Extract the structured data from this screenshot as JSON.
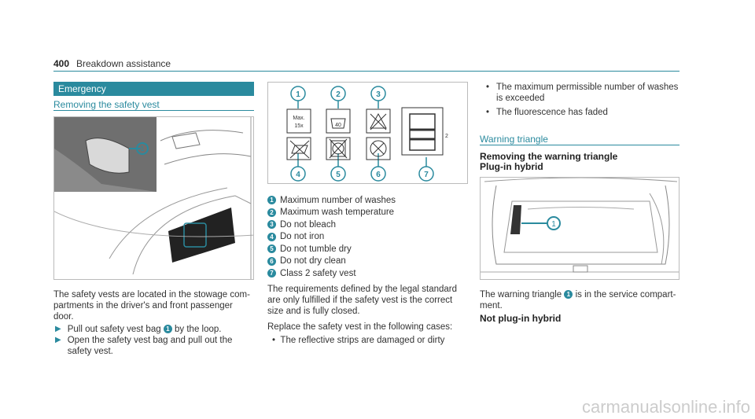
{
  "header": {
    "page_number": "400",
    "section": "Breakdown assistance"
  },
  "left": {
    "banner": "Emergency",
    "subheading": "Removing the safety vest",
    "figure_callout": "1",
    "para": [
      "The safety vests are located in the stowage com-",
      "partments in the driver's and front passenger",
      "door."
    ],
    "steps": [
      {
        "lines": [
          "Pull out safety vest bag",
          "by the loop."
        ],
        "badge": "1"
      },
      {
        "lines": [
          "Open the safety vest bag and pull out the",
          "safety vest."
        ]
      }
    ]
  },
  "middle": {
    "symbols_top": [
      "1",
      "2",
      "3"
    ],
    "symbols_bottom": [
      "4",
      "5",
      "6",
      "7"
    ],
    "symbol_texts": {
      "max": "Max.",
      "count": "15x",
      "temp": "40",
      "vest_class": "2"
    },
    "legend": [
      {
        "n": "1",
        "text": "Maximum number of washes"
      },
      {
        "n": "2",
        "text": "Maximum wash temperature"
      },
      {
        "n": "3",
        "text": "Do not bleach"
      },
      {
        "n": "4",
        "text": "Do not iron"
      },
      {
        "n": "5",
        "text": "Do not tumble dry"
      },
      {
        "n": "6",
        "text": "Do not dry clean"
      },
      {
        "n": "7",
        "text": "Class 2 safety vest"
      }
    ],
    "para1": [
      "The requirements defined by the legal standard",
      "are only fulfilled if the safety vest is the correct",
      "size and is fully closed."
    ],
    "para2": "Replace the safety vest in the following cases:",
    "bullet1": "The reflective strips are damaged or dirty"
  },
  "right": {
    "bullets": [
      [
        "The maximum permissible number of washes",
        "is exceeded"
      ],
      [
        "The fluorescence has faded"
      ]
    ],
    "subheading": "Warning triangle",
    "bold_heading1": "Removing the warning triangle",
    "bold_heading2": "Plug-in hybrid",
    "figure_callout": "1",
    "para": [
      "The warning triangle",
      "is in the service compart-",
      "ment."
    ],
    "badge": "1",
    "bold_heading3": "Not plug-in hybrid"
  },
  "watermark": "carmanualsonline.info",
  "colors": {
    "accent": "#2a8a9e"
  }
}
